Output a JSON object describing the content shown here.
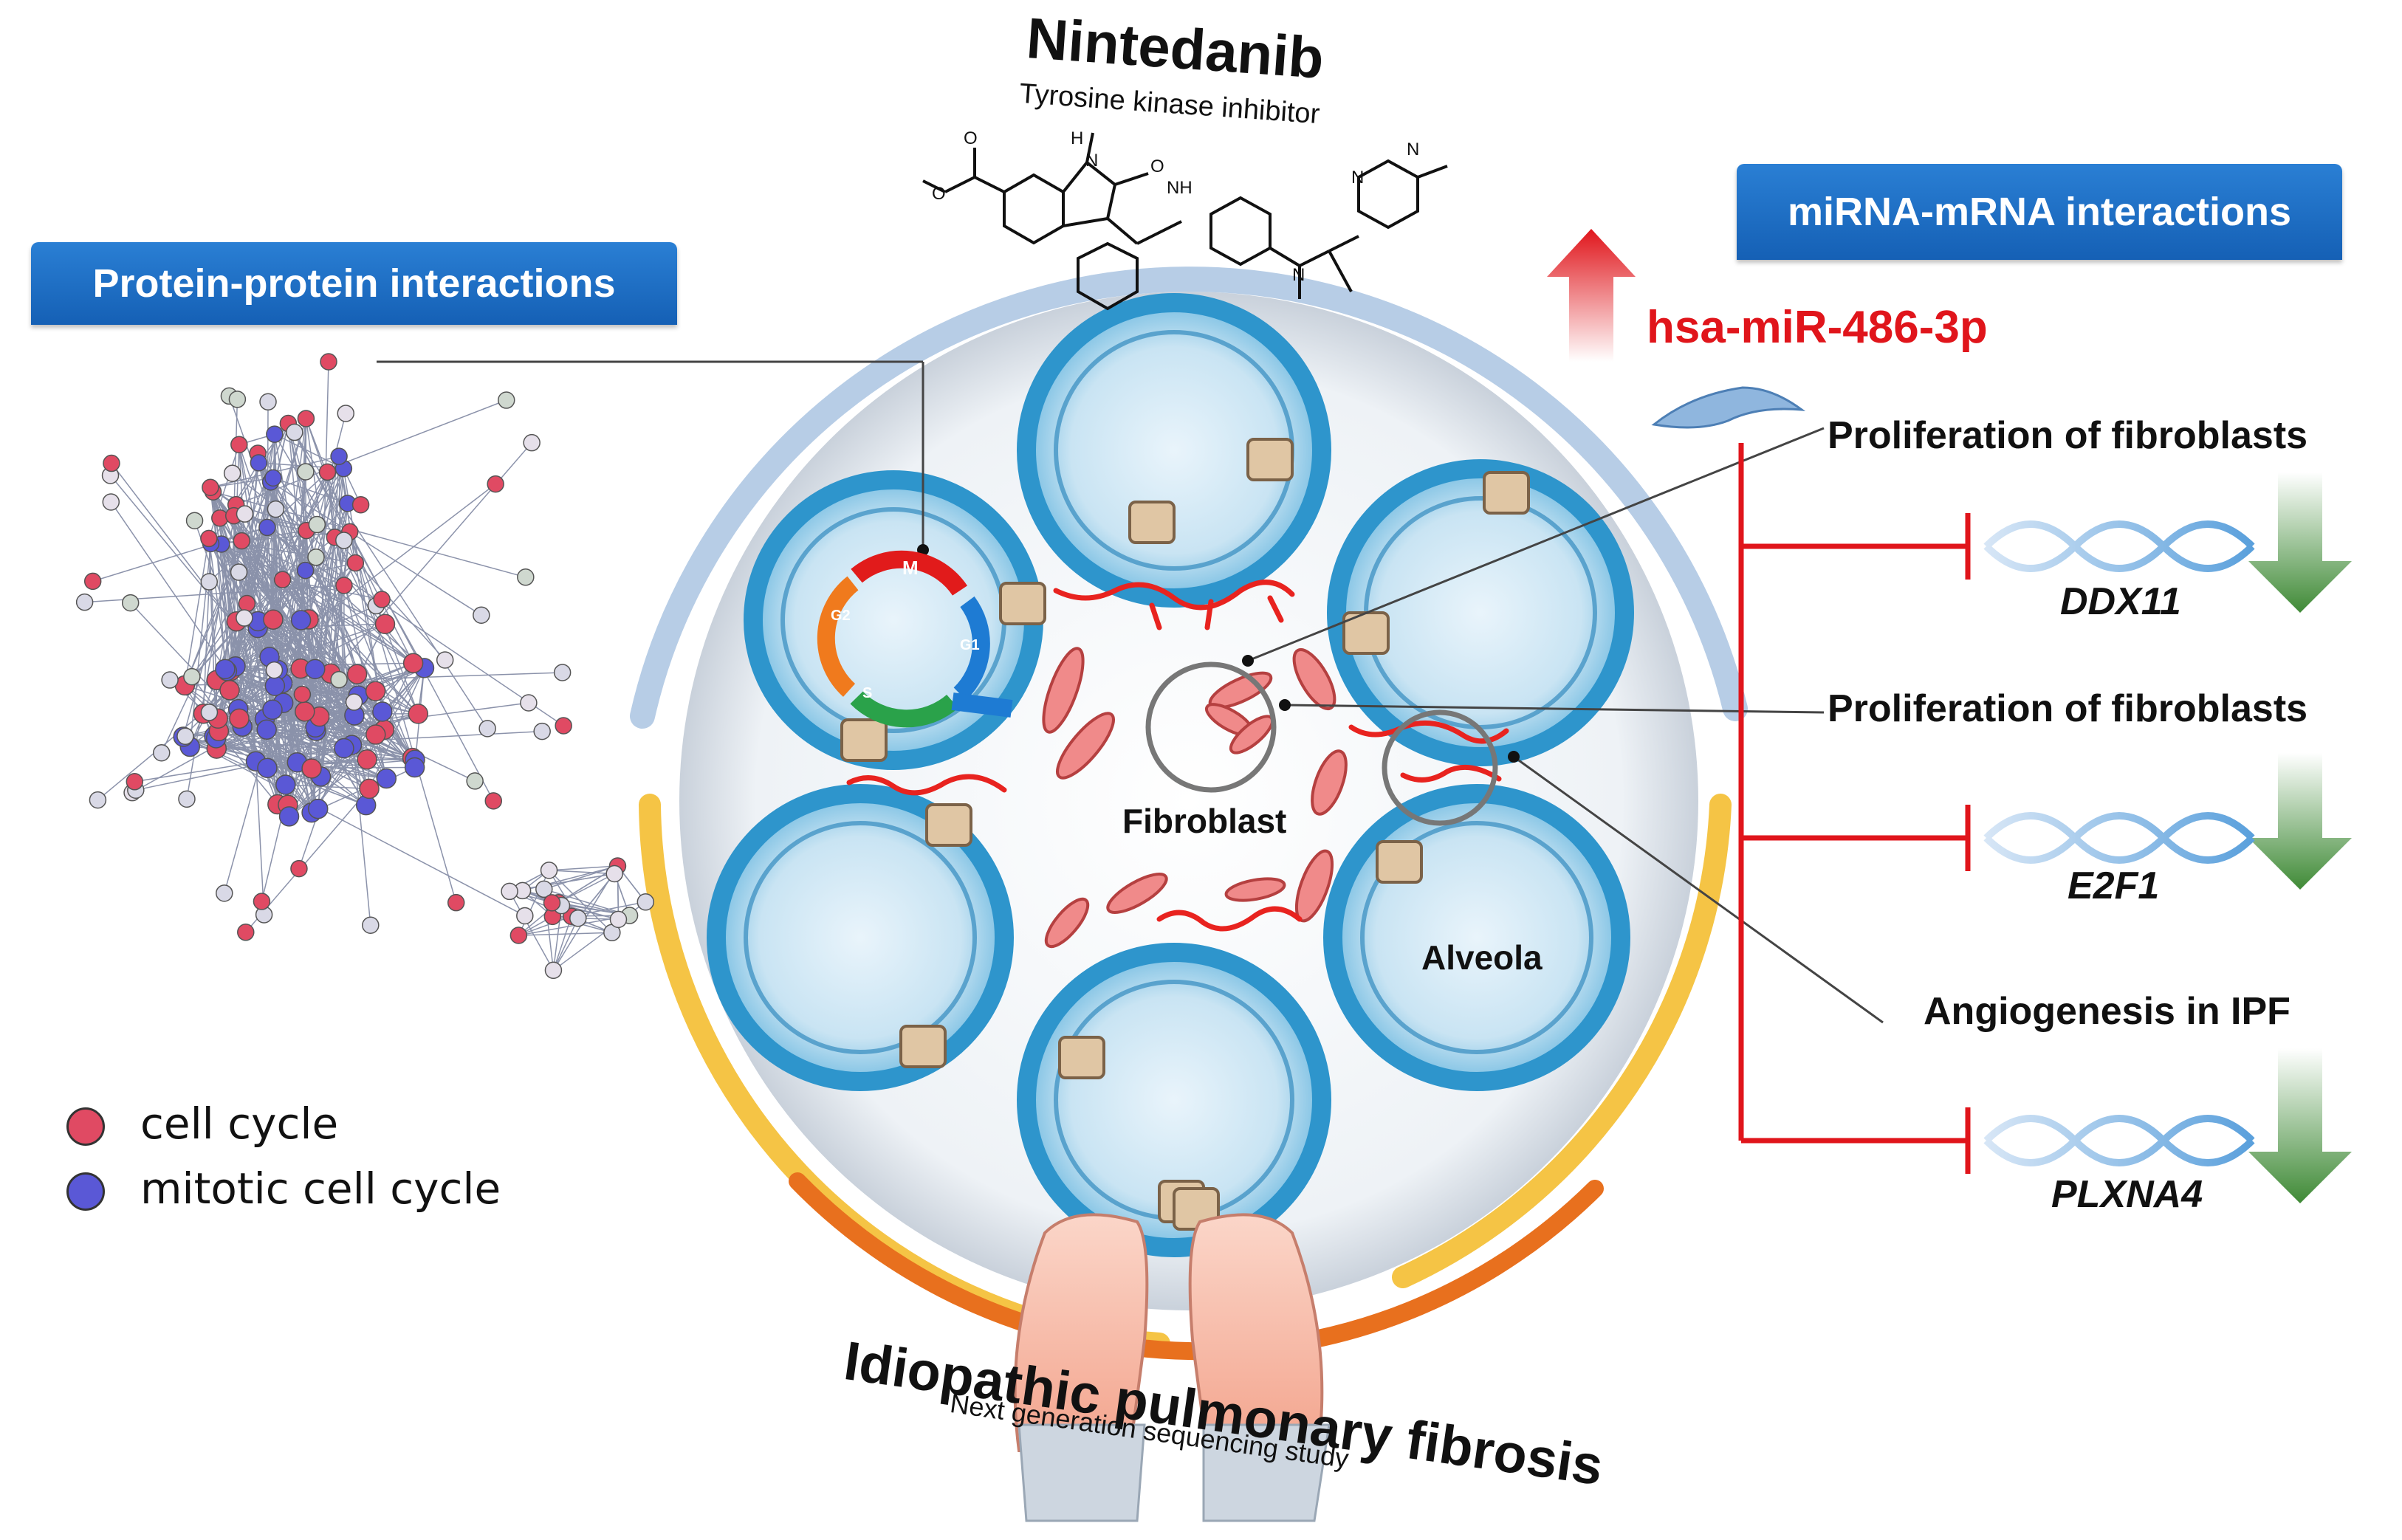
{
  "drug": {
    "name": "Nintedanib",
    "class": "Tyrosine kinase inhibitor"
  },
  "disease": {
    "name": "Idiopathic pulmonary fibrosis",
    "study": "Next generation sequencing study"
  },
  "ppi_panel": {
    "title": "Protein-protein interactions"
  },
  "legend": {
    "items": [
      {
        "label": "cell cycle",
        "color": "#e04a63"
      },
      {
        "label": "mitotic cell cycle",
        "color": "#5a58d6"
      }
    ]
  },
  "center": {
    "fibroblast_label": "Fibroblast",
    "alveola_label": "Alveola",
    "cell_cycle_phases": [
      "M",
      "G1",
      "S",
      "G2"
    ]
  },
  "mirna_panel": {
    "title": "miRNA-mRNA interactions",
    "mirna": "hsa-miR-486-3p",
    "targets": [
      {
        "process": "Proliferation of fibroblasts",
        "gene": "DDX11"
      },
      {
        "process": "Proliferation of fibroblasts",
        "gene": "E2F1"
      },
      {
        "process": "Angiogenesis in IPF",
        "gene": "PLXNA4"
      }
    ]
  },
  "colors": {
    "header_blue": "#1d6fc7",
    "mirna_red": "#e0151b",
    "arc_blue": "#b7cde6",
    "arc_yellow": "#f5c445",
    "arc_orange": "#e8701e",
    "down_arrow_green": "#3f8a36"
  }
}
